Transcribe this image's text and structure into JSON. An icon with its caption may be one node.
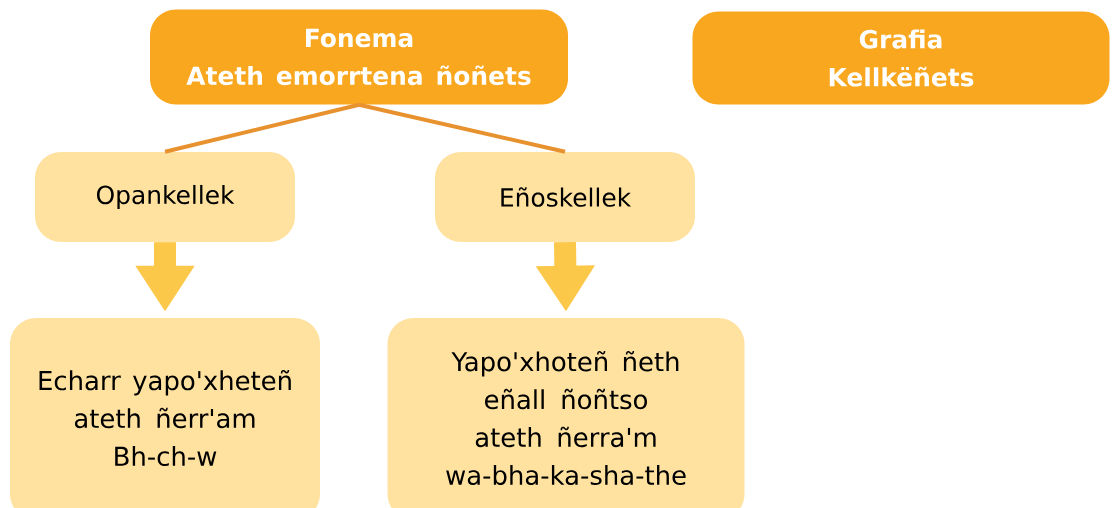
{
  "diagram": {
    "nodes": [
      {
        "text": [
          "Fonema",
          "Ateth emorrtena ñoñets"
        ]
      },
      {
        "text": [
          "Grafia",
          "Kellkëñets"
        ]
      },
      {
        "text": [
          "Opankellek"
        ]
      },
      {
        "text": [
          "Eñoskellek"
        ]
      },
      {
        "text": [
          "Echarr yapo'xheteñ ateth ñerr'am Bh-ch-w"
        ]
      },
      {
        "text": [
          "Yapo'xhoteñ ñeth eñall ñoñtso ateth ñerra'm wa-bha-ka-sha-the"
        ]
      }
    ],
    "edges": [
      {
        "from": 0,
        "to": 2,
        "arrow": "none",
        "color": "#e8922f"
      },
      {
        "from": 0,
        "to": 3,
        "arrow": "none",
        "color": "#e8922f"
      },
      {
        "from": 2,
        "to": 4,
        "arrow": "to",
        "style": "thick",
        "color": "#fcc84a"
      },
      {
        "from": 3,
        "to": 5,
        "arrow": "to",
        "style": "thick",
        "color": "#fcc84a"
      }
    ]
  }
}
